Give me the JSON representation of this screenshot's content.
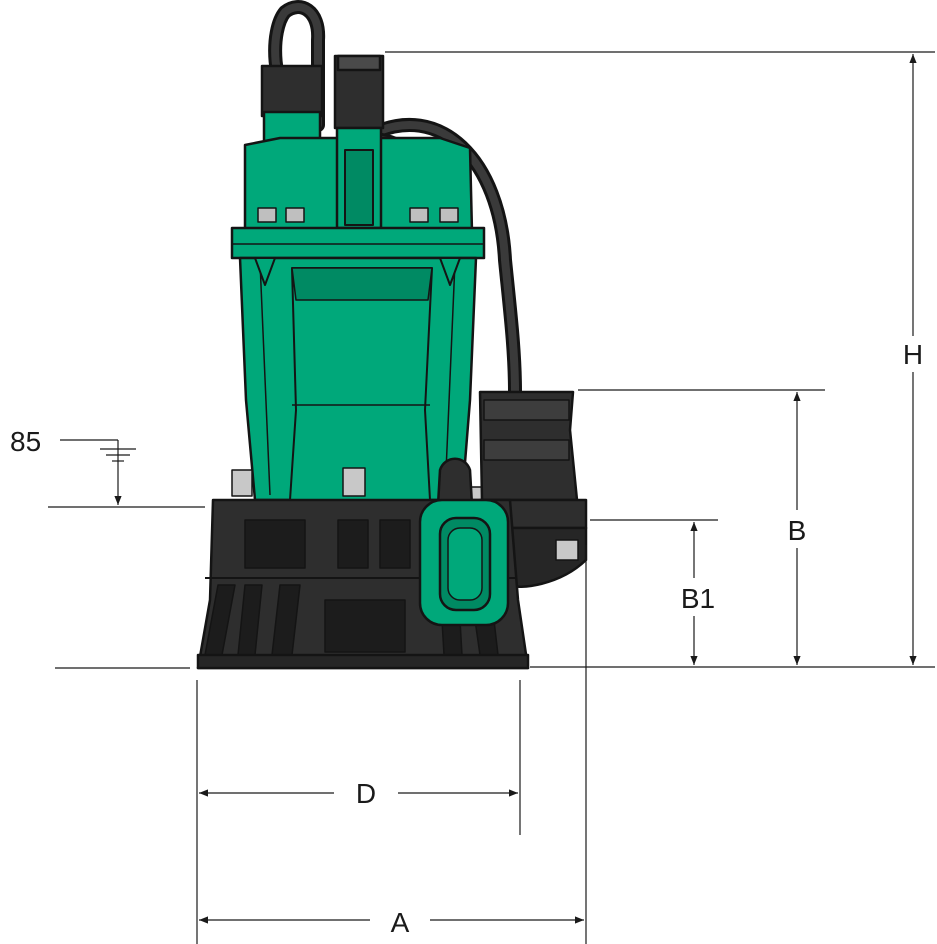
{
  "labels": {
    "water_level": "85",
    "height": "H",
    "discharge_height": "B",
    "discharge_center": "B1",
    "base_width": "D",
    "overall_width": "A"
  },
  "colors": {
    "pump_body": "#00a87a",
    "pump_body_shade": "#008a63",
    "base": "#2f2f2f",
    "base_dark": "#1c1c1c",
    "cable": "#333333",
    "dimension_lines": "#1a1a1a"
  },
  "icons": {
    "water_level_marker": "ground-symbol",
    "dimension_arrow": "arrowhead"
  }
}
